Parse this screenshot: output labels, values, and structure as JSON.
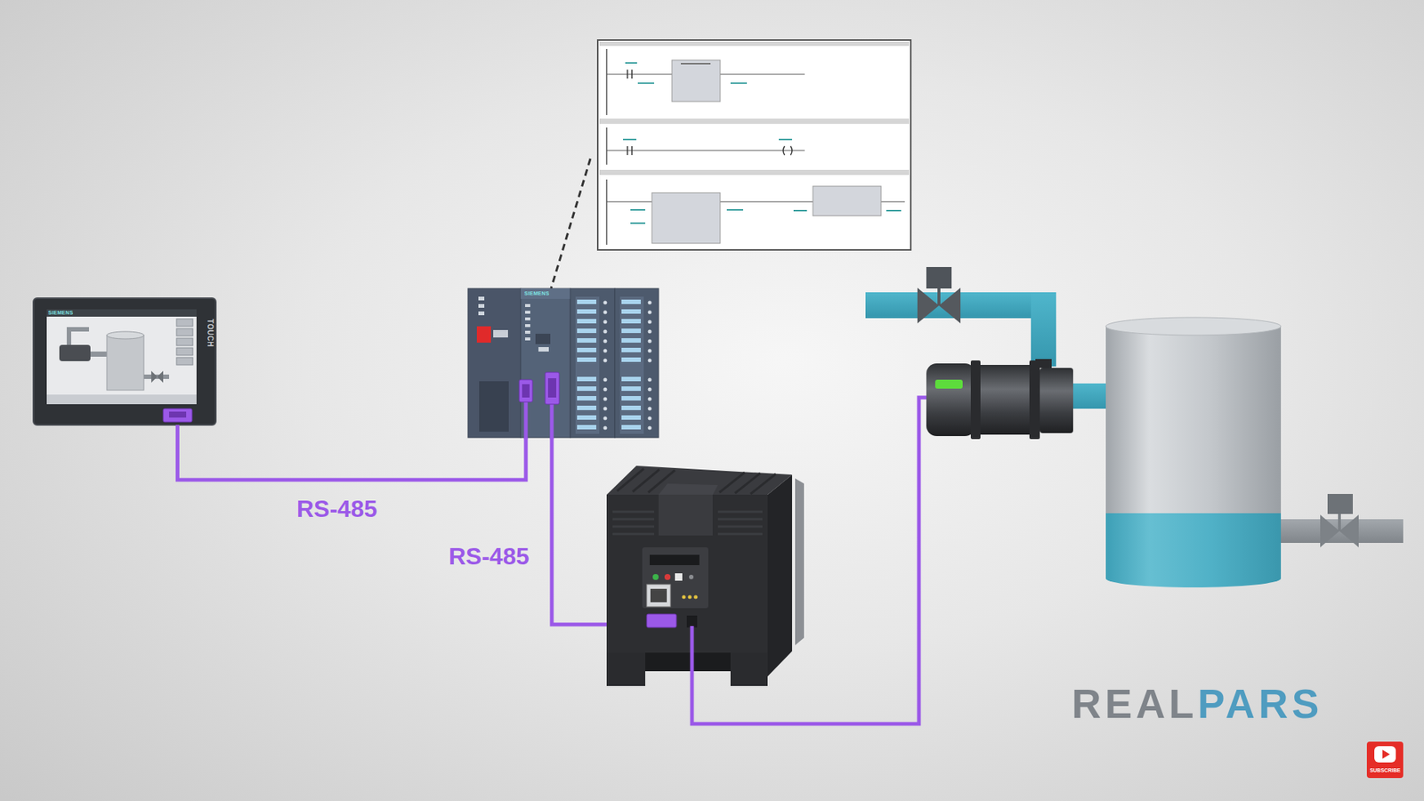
{
  "diagram": {
    "nodes": [
      {
        "text": [
          "SIEMENS",
          "TOUCH"
        ]
      },
      {
        "text": [
          "SIEMENS"
        ]
      }
    ],
    "edges": [
      {
        "from": 0,
        "to": 1,
        "label": "RS-485",
        "arrow": "none"
      }
    ],
    "labels": [
      "RS-485",
      "REALPARS",
      "SUBSCRIBE"
    ]
  }
}
